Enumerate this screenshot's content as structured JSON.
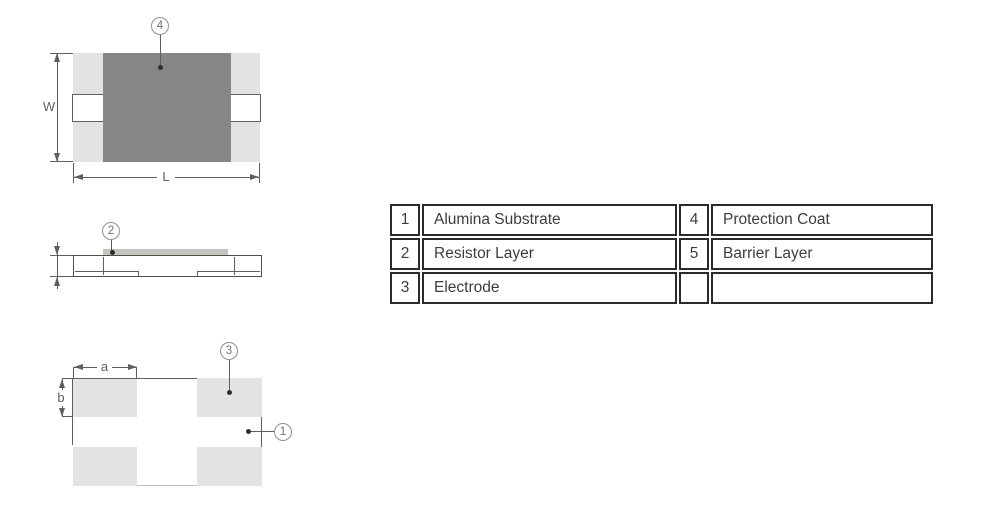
{
  "figure": {
    "type": "chip-resistor construction drawing",
    "views": [
      "top-view",
      "side-view",
      "bottom-view"
    ]
  },
  "labels": {
    "W": "W",
    "L": "L",
    "a": "a",
    "b": "b"
  },
  "callouts": {
    "substrate": "1",
    "resistor": "2",
    "electrode": "3",
    "coat": "4"
  },
  "table": {
    "rows": [
      [
        "1",
        "Alumina Substrate",
        "4",
        "Protection Coat"
      ],
      [
        "2",
        "Resistor Layer",
        "5",
        "Barrier Layer"
      ],
      [
        "3",
        "Electrode",
        "",
        ""
      ]
    ]
  },
  "colors": {
    "termination_light_gray": "#e3e3e3",
    "protection_coat_gray": "#868686",
    "resistor_strip_gray": "#c6c2bd",
    "line_gray": "#5f5f5f",
    "table_border": "#2b2b2b",
    "text_dark": "#3d3d3d"
  }
}
